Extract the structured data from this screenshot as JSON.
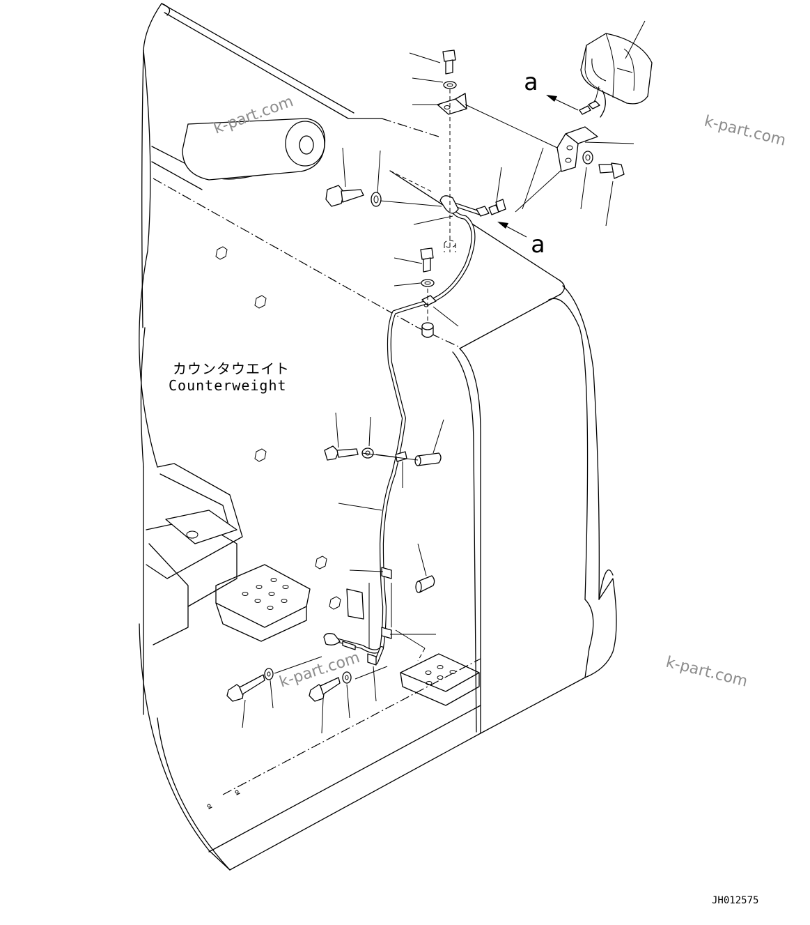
{
  "labels": {
    "counterweight_jp": "カウンタウエイト",
    "counterweight_en": "Counterweight",
    "view_mark": "a",
    "drawing_id": "JH012575"
  },
  "watermarks": [
    "k-part.com",
    "k-part.com",
    "k-part.com",
    "k-part.com"
  ],
  "icons": [
    "lamp-icon",
    "bolt-icon",
    "washer-icon",
    "bracket-icon",
    "clamp-icon",
    "spacer-icon",
    "connector-icon",
    "arrow-icon"
  ],
  "colors": {
    "line": "#000000",
    "background": "#ffffff",
    "watermark": "#8c8c8c"
  }
}
